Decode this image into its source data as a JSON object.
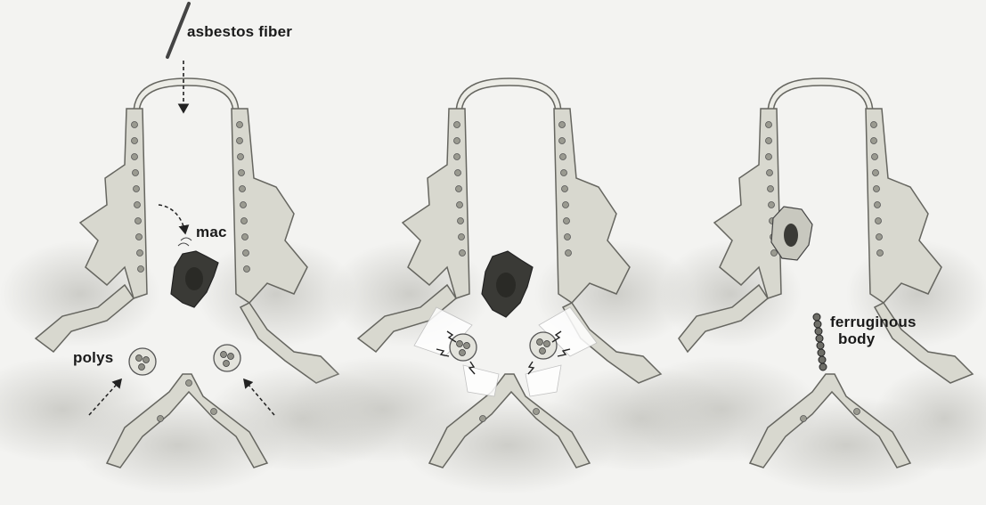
{
  "labels": {
    "fiber": "asbestos fiber",
    "mac": "mac",
    "polys": "polys",
    "ferruginous": "ferruginous",
    "body": "body"
  },
  "colors": {
    "background": "#f3f3f1",
    "epithelium_fill": "#d8d8cf",
    "epithelium_line": "#666660",
    "nucleus": "#9a9a90",
    "macrophage": "#3a3a36",
    "shadow": "#d4d4d0",
    "burst": "#ffffff"
  },
  "icons": [
    "asbestos-fiber-icon",
    "macrophage-icon",
    "polymorphonuclear-cell-icon",
    "ferruginous-body-icon",
    "arrow-icon",
    "lightning-icon"
  ]
}
